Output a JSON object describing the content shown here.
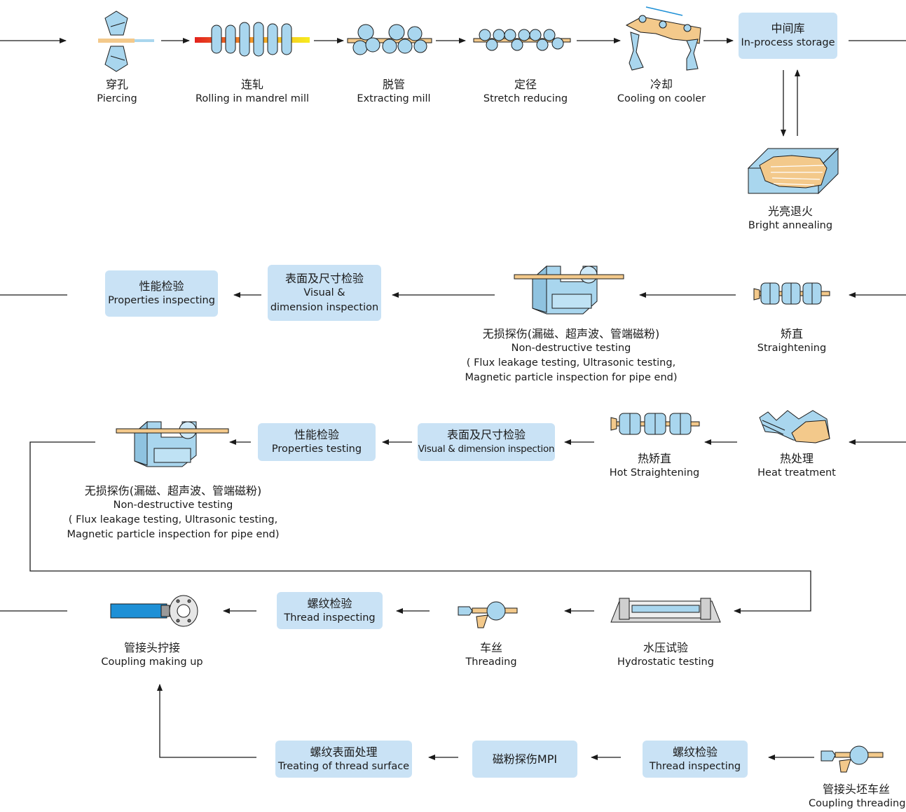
{
  "steps": {
    "piercing": {
      "zh": "穿孔",
      "en": "Piercing"
    },
    "rolling": {
      "zh": "连轧",
      "en": "Rolling in mandrel mill"
    },
    "extracting": {
      "zh": "脱管",
      "en": "Extracting mill"
    },
    "stretch": {
      "zh": "定径",
      "en": "Stretch reducing"
    },
    "cooling": {
      "zh": "冷却",
      "en": "Cooling on cooler"
    },
    "storage": {
      "zh": "中间库",
      "en": "In-process storage"
    },
    "annealing": {
      "zh": "光亮退火",
      "en": "Bright annealing"
    },
    "straightening": {
      "zh": "矫直",
      "en": "Straightening"
    },
    "ndt1": {
      "zh": "无损探伤(漏磁、超声波、管端磁粉)",
      "en1": "Non-destructive testing",
      "en2": "( Flux leakage testing, Ultrasonic testing,",
      "en3": "Magnetic particle inspection for pipe end)"
    },
    "visual1": {
      "zh": "表面及尺寸检验",
      "en1": "Visual &",
      "en2": "dimension inspection"
    },
    "props1": {
      "zh": "性能检验",
      "en": "Properties inspecting"
    },
    "heat": {
      "zh": "热处理",
      "en": "Heat treatment"
    },
    "hotstraight": {
      "zh": "热矫直",
      "en": "Hot Straightening"
    },
    "visual2": {
      "zh": "表面及尺寸检验",
      "en": "Visual & dimension inspection"
    },
    "props2": {
      "zh": "性能检验",
      "en": "Properties testing"
    },
    "ndt2": {
      "zh": "无损探伤(漏磁、超声波、管端磁粉)",
      "en1": "Non-destructive testing",
      "en2": "( Flux leakage testing, Ultrasonic testing,",
      "en3": "Magnetic particle inspection for pipe end)"
    },
    "hydro": {
      "zh": "水压试验",
      "en": "Hydrostatic testing"
    },
    "threading": {
      "zh": "车丝",
      "en": "Threading"
    },
    "threadinsp1": {
      "zh": "螺纹检验",
      "en": "Thread inspecting"
    },
    "makingup": {
      "zh": "管接头拧接",
      "en": "Coupling making up"
    },
    "couplingthread": {
      "zh": "管接头坯车丝",
      "en": "Coupling threading"
    },
    "threadinsp2": {
      "zh": "螺纹检验",
      "en": "Thread inspecting"
    },
    "mpi": {
      "zh": "磁粉探伤MPI"
    },
    "treating": {
      "zh": "螺纹表面处理",
      "en": "Treating of thread surface"
    }
  },
  "colors": {
    "box": "#c9e2f5",
    "pipe": "#f3c98b",
    "steel": "#a9d6ee",
    "line": "#1a1a1a"
  }
}
